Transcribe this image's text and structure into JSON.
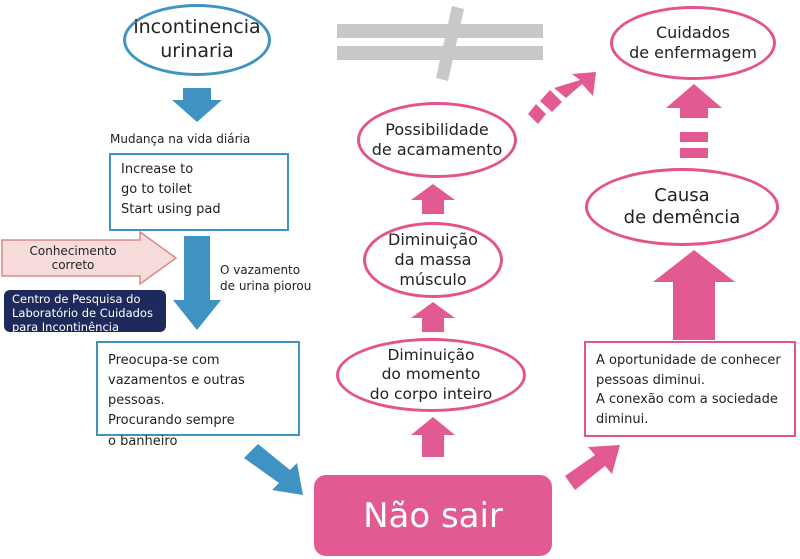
{
  "colors": {
    "blue": "#3e93c2",
    "pink": "#e4538e",
    "navy": "#1f2a5c",
    "hint_fill": "#f8dcdc",
    "hint_stroke": "#d98a8a",
    "gray": "#c8c8c8"
  },
  "incontinence": "incontinencia\nurinaria",
  "life_change_label": "Mudança na vida diária",
  "life_change_box": "Increase to\ngo to toilet\nStart using pad",
  "knowledge": "Conhecimento\ncorreto",
  "leak_worse_label": "O vazamento\nde urina piorou",
  "research_center": "Centro de Pesquisa do\nLaboratório de Cuidados\npara Incontinência",
  "worry_box": "Preocupa-se com\nvazamentos e outras pessoas.\nProcurando sempre\no banheiro",
  "main": "Não sair",
  "body_motion": "Diminuição\ndo momento\ndo corpo inteiro",
  "muscle": "Diminuição\nda massa\nmúsculo",
  "bedridden": "Possibilidade\nde acamamento",
  "nursing_care": "Cuidados\nde enfermagem",
  "dementia": "Causa\nde demência",
  "social_box": "A oportunidade de conhecer\npessoas diminui.\nA conexão com a sociedade\ndiminui.",
  "not_equal_icon": "not-equal-icon"
}
